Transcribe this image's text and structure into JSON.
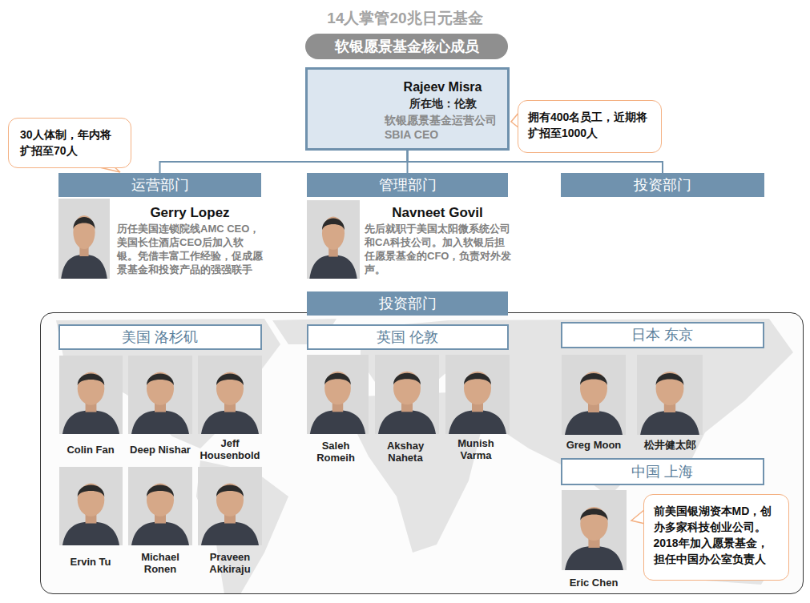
{
  "diagram": {
    "title": "14人掌管20兆日元基金",
    "nodes": [
      {
        "text": [
          "软银愿景基金核心成员"
        ]
      },
      {
        "text": [
          "Rajeev Misra",
          "所在地：伦敦",
          "软银愿景基金运营公司SBIA CEO"
        ]
      },
      {
        "text": [
          "拥有400名员工，近期将扩招至1000人"
        ]
      },
      {
        "text": [
          "30人体制，年内将扩招至70人"
        ]
      },
      {
        "text": [
          "运营部门"
        ]
      },
      {
        "text": [
          "管理部门"
        ]
      },
      {
        "text": [
          "投资部门"
        ]
      },
      {
        "text": [
          "投资部门"
        ]
      },
      {
        "text": [
          "美国 洛杉矶"
        ],
        "in": 7
      },
      {
        "text": [
          "英国 伦敦"
        ],
        "in": 7
      },
      {
        "text": [
          "日本 东京"
        ],
        "in": 7
      },
      {
        "text": [
          "中国 上海"
        ],
        "in": 7
      },
      {
        "text": [
          "前美国银湖资本MD，创办多家科技创业公司。2018年加入愿景基金，担任中国办公室负责人"
        ],
        "in": 7
      }
    ],
    "edges": [
      {
        "from": 1,
        "to": 4,
        "arrow": "none"
      },
      {
        "from": 1,
        "to": 5,
        "arrow": "none"
      },
      {
        "from": 1,
        "to": 6,
        "arrow": "none"
      }
    ],
    "labels": [
      "Gerry Lopez",
      "历任美国连锁院线AMC CEO，美国长住酒店CEO后加入软银。凭借丰富工作经验，促成愿景基金和投资产品的强强联手",
      "Navneet Govil",
      "先后就职于美国太阳微系统公司和CA科技公司。加入软银后担任愿景基金的CFO，负责对外发声。",
      "Colin Fan",
      "Deep Nishar",
      "Jeff Housenbold",
      "Ervin Tu",
      "Michael Ronen",
      "Praveen Akkiraju",
      "Saleh Romeih",
      "Akshay Naheta",
      "Munish Varma",
      "Greg Moon",
      "松井健太郎",
      "Eric Chen"
    ]
  }
}
